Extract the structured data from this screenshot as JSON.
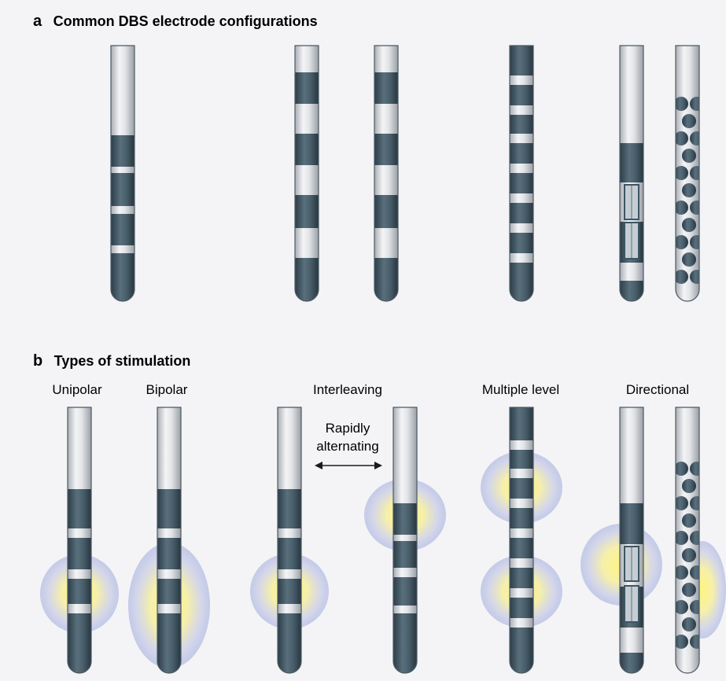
{
  "panel_a": {
    "letter": "a",
    "title": "Common DBS electrode configurations"
  },
  "panel_b": {
    "letter": "b",
    "title": "Types of stimulation",
    "labels": {
      "unipolar": "Unipolar",
      "bipolar": "Bipolar",
      "interleaving": "Interleaving",
      "multiple_level": "Multiple level",
      "directional": "Directional"
    },
    "interleaving_note": [
      "Rapidly",
      "alternating"
    ]
  },
  "colors": {
    "background": "#f4f4f6",
    "contact": "#3e5563",
    "shaft": "#d2d4d8",
    "field_core": "#fff47a",
    "field_edge": "#aab4e0",
    "text": "#1b1b1b"
  }
}
